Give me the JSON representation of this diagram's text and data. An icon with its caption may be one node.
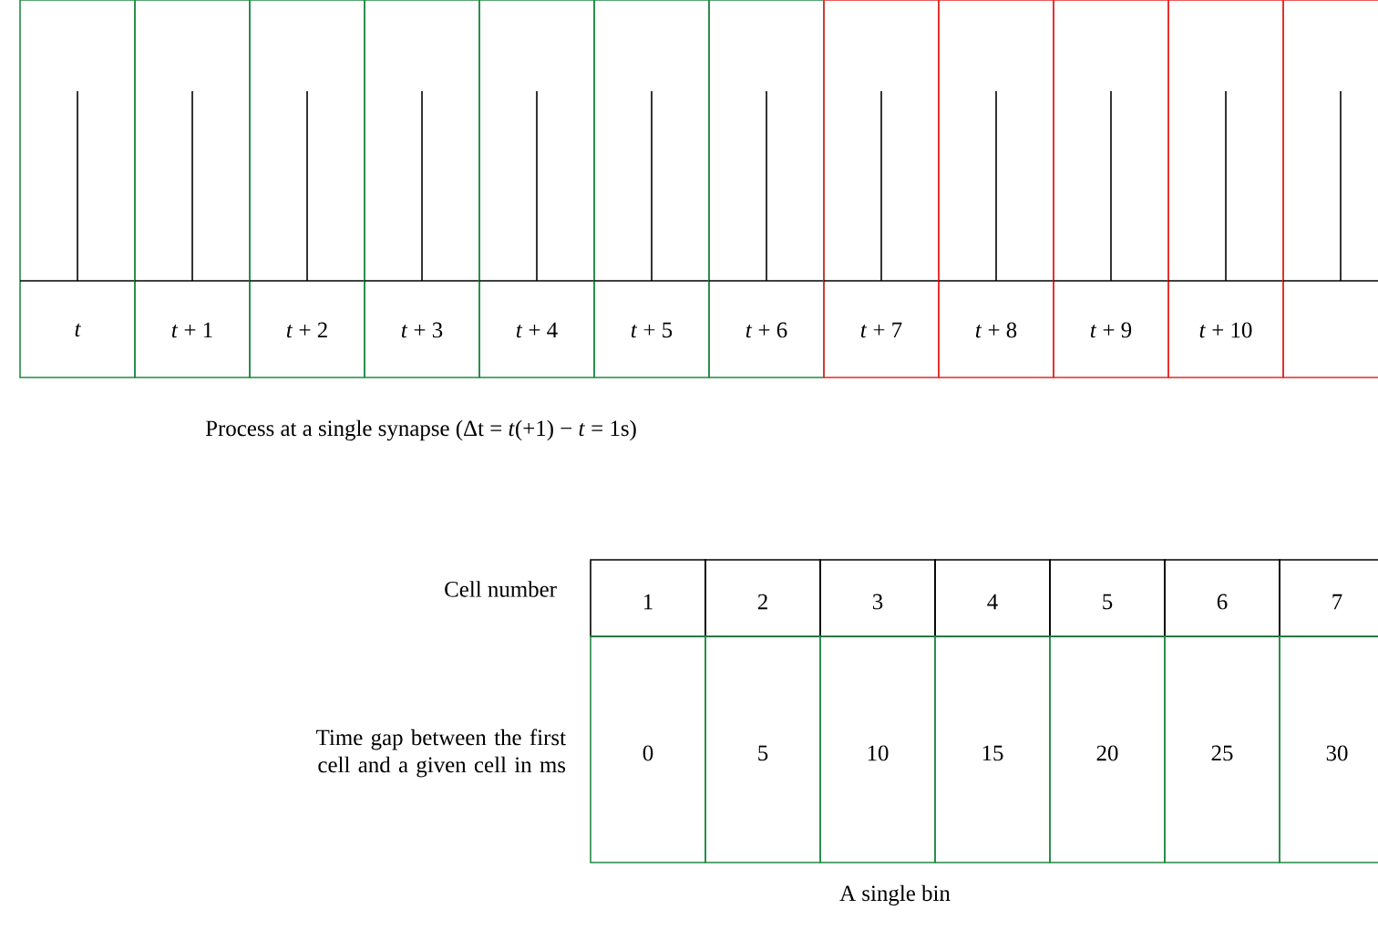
{
  "diagram": {
    "caption": "Process at a single synapse (Δt = *t*(+1) − *t* = 1s)",
    "labels": [
      "t",
      "*t* + 1",
      "*t* + 2",
      "*t* + 3",
      "*t* + 4",
      "*t* + 5",
      "*t* + 6",
      "*t* + 7",
      "*t* + 8",
      "*t* + 9",
      "*t* + 10",
      "Cell number",
      "1",
      "2",
      "3",
      "4",
      "5",
      "6",
      "7",
      "Time gap between the first cell and a given cell in ms",
      "0",
      "5",
      "10",
      "15",
      "20",
      "25",
      "30",
      "A single bin"
    ]
  }
}
